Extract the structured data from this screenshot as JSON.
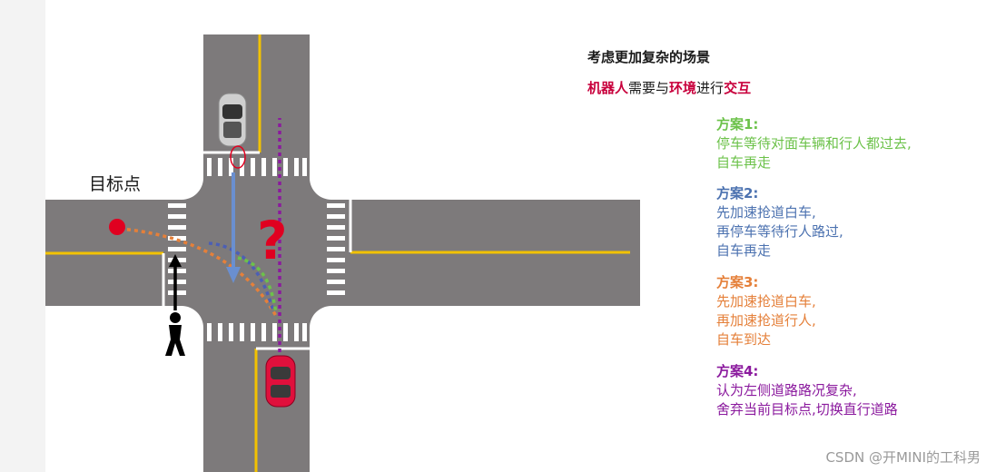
{
  "scene": {
    "target_label": "目标点",
    "question_mark": "?"
  },
  "text": {
    "title": "考虑更加复杂的场景",
    "subtitle": {
      "robot": "机器人",
      "mid1": "需要与",
      "env": "环境",
      "mid2": "进行",
      "interact": "交互"
    },
    "plans": [
      {
        "title": "方案1:",
        "lines": [
          "停车等待对面车辆和行人都过去,",
          "自车再走"
        ],
        "color": "#6cc24a"
      },
      {
        "title": "方案2:",
        "lines": [
          "先加速抢道白车,",
          "再停车等待行人路过,",
          "自车再走"
        ],
        "color": "#4c72b0"
      },
      {
        "title": "方案3:",
        "lines": [
          "先加速抢道白车,",
          "再加速抢道行人,",
          "自车到达"
        ],
        "color": "#e5803a"
      },
      {
        "title": "方案4:",
        "lines": [
          "认为左侧道路路况复杂,",
          "舍弃当前目标点,切换直行道路"
        ],
        "color": "#8b1a9e"
      }
    ],
    "watermark": "CSDN @开MINI的工科男"
  },
  "colors": {
    "road": "#7d7a7b",
    "lane_line": "#f2c200",
    "highlight": "#c8003c",
    "target": "#e00020",
    "red_car": "#e0103c",
    "white_car": "#cfcfcf"
  }
}
